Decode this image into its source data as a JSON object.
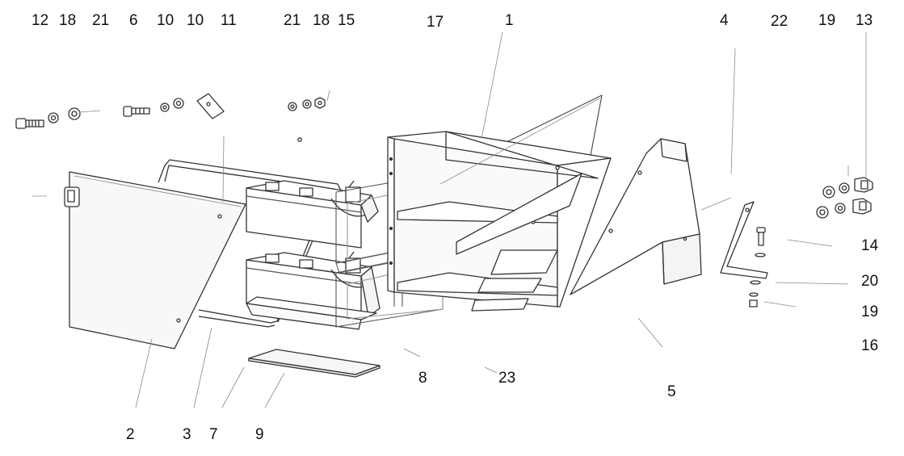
{
  "diagram": {
    "type": "exploded-assembly",
    "callouts": {
      "c12": "12",
      "c18a": "18",
      "c21a": "21",
      "c6": "6",
      "c10a": "10",
      "c10b": "10",
      "c11": "11",
      "c21b": "21",
      "c18b": "18",
      "c15": "15",
      "c17": "17",
      "c1": "1",
      "c4": "4",
      "c22": "22",
      "c19a": "19",
      "c13": "13",
      "c14": "14",
      "c20": "20",
      "c19b": "19",
      "c16": "16",
      "c2": "2",
      "c3": "3",
      "c7": "7",
      "c9": "9",
      "c8": "8",
      "c23": "23",
      "c5": "5"
    },
    "colors": {
      "line": "#333333",
      "leader": "#8a8a8a",
      "fill": "#ffffff",
      "shade": "#f2f2f2"
    }
  }
}
